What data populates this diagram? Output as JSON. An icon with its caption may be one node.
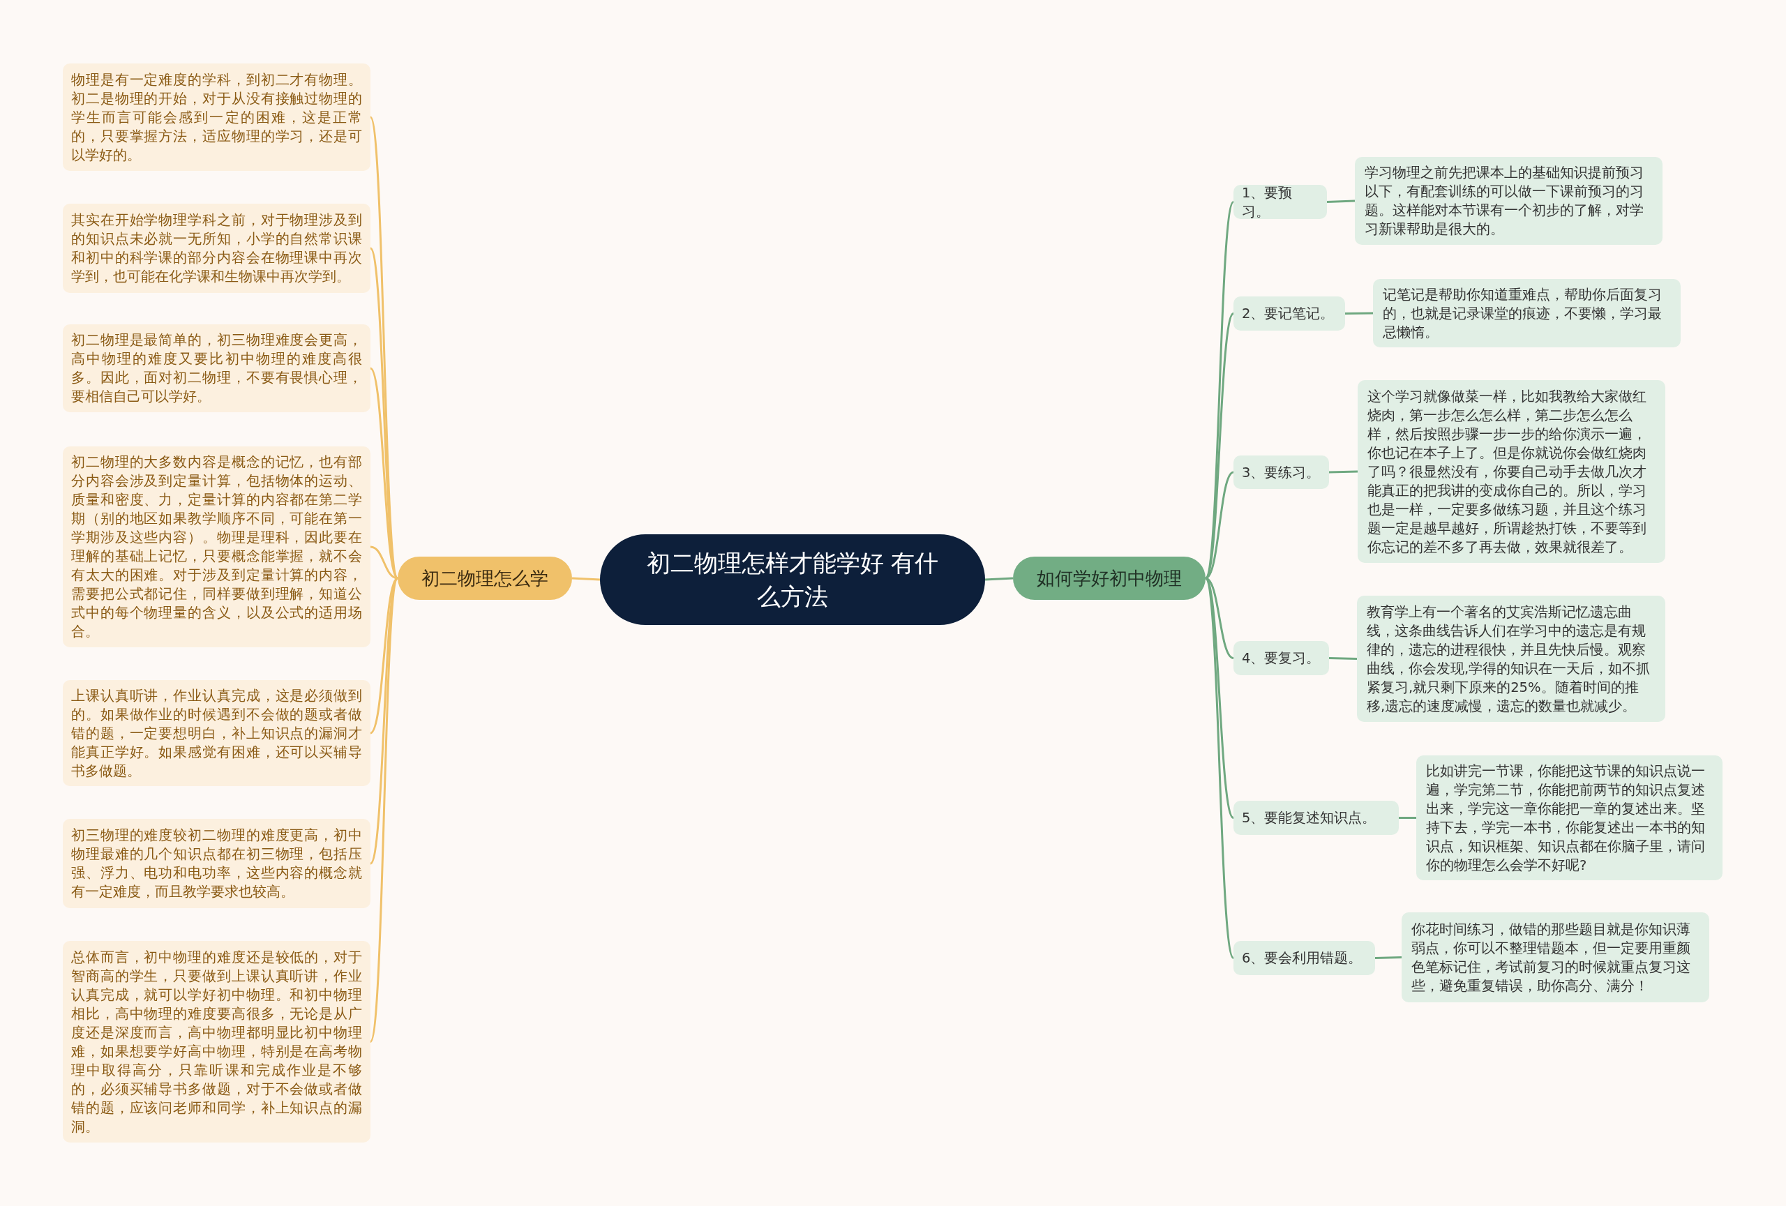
{
  "diagram": {
    "nodes": [
      {
        "text": [
          "初二物理怎样才能学好 有什么方法"
        ]
      },
      {
        "text": [
          "初二物理怎么学"
        ]
      },
      {
        "text": [
          "物理是有一定难度的学科，到初二才有物理。初二是物理的开始，对于从没有接触过物理的学生而言可能会感到一定的困难，这是正常的，只要掌握方法，适应物理的学习，还是可以学好的。"
        ]
      },
      {
        "text": [
          "其实在开始学物理学科之前，对于物理涉及到的知识点未必就一无所知，小学的自然常识课和初中的科学课的部分内容会在物理课中再次学到，也可能在化学课和生物课中再次学到。"
        ]
      },
      {
        "text": [
          "初二物理是最简单的，初三物理难度会更高，高中物理的难度又要比初中物理的难度高很多。因此，面对初二物理，不要有畏惧心理，要相信自己可以学好。"
        ]
      },
      {
        "text": [
          "初二物理的大多数内容是概念的记忆，也有部分内容会涉及到定量计算，包括物体的运动、质量和密度、力，定量计算的内容都在第二学期（别的地区如果教学顺序不同，可能在第一学期涉及这些内容）。物理是理科，因此要在理解的基础上记忆，只要概念能掌握，就不会有太大的困难。对于涉及到定量计算的内容，需要把公式都记住，同样要做到理解，知道公式中的每个物理量的含义，以及公式的适用场合。"
        ]
      },
      {
        "text": [
          "上课认真听讲，作业认真完成，这是必须做到的。如果做作业的时候遇到不会做的题或者做错的题，一定要想明白，补上知识点的漏洞才能真正学好。如果感觉有困难，还可以买辅导书多做题。"
        ]
      },
      {
        "text": [
          "初三物理的难度较初二物理的难度更高，初中物理最难的几个知识点都在初三物理，包括压强、浮力、电功和电功率，这些内容的概念就有一定难度，而且教学要求也较高。"
        ]
      },
      {
        "text": [
          "总体而言，初中物理的难度还是较低的，对于智商高的学生，只要做到上课认真听讲，作业认真完成，就可以学好初中物理。和初中物理相比，高中物理的难度要高很多，无论是从广度还是深度而言，高中物理都明显比初中物理难，如果想要学好高中物理，特别是在高考物理中取得高分，只靠听课和完成作业是不够的，必须买辅导书多做题，对于不会做或者做错的题，应该问老师和同学，补上知识点的漏洞。"
        ]
      },
      {
        "text": [
          "如何学好初中物理"
        ]
      },
      {
        "text": [
          "1、要预习。"
        ]
      },
      {
        "text": [
          "学习物理之前先把课本上的基础知识提前预习以下，有配套训练的可以做一下课前预习的习题。这样能对本节课有一个初步的了解，对学习新课帮助是很大的。"
        ]
      },
      {
        "text": [
          "2、要记笔记。"
        ]
      },
      {
        "text": [
          "记笔记是帮助你知道重难点，帮助你后面复习的，也就是记录课堂的痕迹，不要懒，学习最忌懒惰。"
        ]
      },
      {
        "text": [
          "3、要练习。"
        ]
      },
      {
        "text": [
          "这个学习就像做菜一样，比如我教给大家做红烧肉，第一步怎么怎么样，第二步怎么怎么样，然后按照步骤一步一步的给你演示一遍，你也记在本子上了。但是你就说你会做红烧肉了吗？很显然没有，你要自己动手去做几次才能真正的把我讲的变成你自己的。所以，学习也是一样，一定要多做练习题，并且这个练习题一定是越早越好，所谓趁热打铁，不要等到你忘记的差不多了再去做，效果就很差了。"
        ]
      },
      {
        "text": [
          "4、要复习。"
        ]
      },
      {
        "text": [
          "教育学上有一个著名的艾宾浩斯记忆遗忘曲线，这条曲线告诉人们在学习中的遗忘是有规律的，遗忘的进程很快，并且先快后慢。观察曲线，你会发现,学得的知识在一天后，如不抓紧复习,就只剩下原来的25%。随着时间的推移,遗忘的速度减慢，遗忘的数量也就减少。"
        ]
      },
      {
        "text": [
          "5、要能复述知识点。"
        ]
      },
      {
        "text": [
          "比如讲完一节课，你能把这节课的知识点说一遍，学完第二节，你能把前两节的知识点复述出来，学完这一章你能把一章的复述出来。坚持下去，学完一本书，你能复述出一本书的知识点，知识框架、知识点都在你脑子里，请问你的物理怎么会学不好呢?"
        ]
      },
      {
        "text": [
          "6、要会利用错题。"
        ]
      },
      {
        "text": [
          "你花时间练习，做错的那些题目就是你知识薄弱点，你可以不整理错题本，但一定要用重颜色笔标记住，考试前复习的时候就重点复习这些，避免重复错误，助你高分、满分！"
        ]
      }
    ],
    "edges": [
      {
        "from": 0,
        "to": 1,
        "arrow": "none",
        "color": "#f0c16a"
      },
      {
        "from": 1,
        "to": 2,
        "arrow": "none",
        "color": "#f0c16a"
      },
      {
        "from": 1,
        "to": 3,
        "arrow": "none",
        "color": "#f0c16a"
      },
      {
        "from": 1,
        "to": 4,
        "arrow": "none",
        "color": "#f0c16a"
      },
      {
        "from": 1,
        "to": 5,
        "arrow": "none",
        "color": "#f0c16a"
      },
      {
        "from": 1,
        "to": 6,
        "arrow": "none",
        "color": "#f0c16a"
      },
      {
        "from": 1,
        "to": 7,
        "arrow": "none",
        "color": "#f0c16a"
      },
      {
        "from": 1,
        "to": 8,
        "arrow": "none",
        "color": "#f0c16a"
      },
      {
        "from": 0,
        "to": 9,
        "arrow": "none"
      },
      {
        "from": 9,
        "to": 10,
        "arrow": "none"
      },
      {
        "from": 9,
        "to": 12,
        "arrow": "none"
      },
      {
        "from": 9,
        "to": 14,
        "arrow": "none"
      },
      {
        "from": 9,
        "to": 16,
        "arrow": "none"
      },
      {
        "from": 9,
        "to": 18,
        "arrow": "none"
      },
      {
        "from": 9,
        "to": 20,
        "arrow": "none"
      },
      {
        "from": 10,
        "to": 11,
        "arrow": "none"
      },
      {
        "from": 12,
        "to": 13,
        "arrow": "none"
      },
      {
        "from": 14,
        "to": 15,
        "arrow": "none"
      },
      {
        "from": 16,
        "to": 17,
        "arrow": "none"
      },
      {
        "from": 18,
        "to": 19,
        "arrow": "none"
      },
      {
        "from": 20,
        "to": 21,
        "arrow": "none"
      }
    ]
  }
}
